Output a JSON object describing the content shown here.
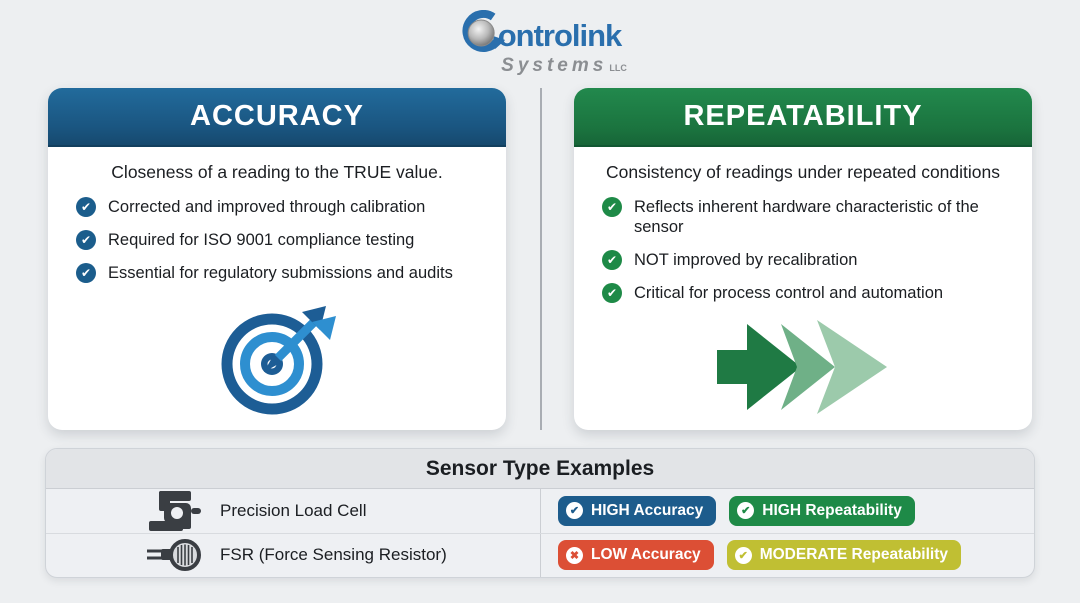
{
  "page": {
    "background": "#edeff1"
  },
  "logo": {
    "brand_rest": "ontrolink",
    "sub_brand": "Systems",
    "suffix": "LLC",
    "brand_color": "#2a6fad",
    "icon": "circular-arrow-sphere-icon"
  },
  "cards": {
    "accuracy": {
      "title": "ACCURACY",
      "subtitle": "Closeness of a reading to the TRUE value.",
      "bullets": [
        "Corrected and improved through calibration",
        "Required for ISO 9001 compliance testing",
        "Essential for regulatory submissions and audits"
      ],
      "header_color": "#1a5580",
      "bullet_color": "#1b5d8c",
      "art_icon": "target-dart-icon"
    },
    "repeatability": {
      "title": "REPEATABILITY",
      "subtitle": "Consistency of readings under repeated conditions",
      "bullets": [
        "Reflects inherent hardware characteristic of the sensor",
        "NOT improved by recalibration",
        "Critical for process control and automation"
      ],
      "header_color": "#1b743f",
      "bullet_color": "#1e8a47",
      "art_icon": "triple-arrow-icon"
    }
  },
  "examples_table": {
    "title": "Sensor Type Examples",
    "rows": [
      {
        "sensor": "Precision Load Cell",
        "icon": "load-cell-icon",
        "badges": [
          {
            "label": "HIGH Accuracy",
            "glyph": "check",
            "color": "#1d5c8c"
          },
          {
            "label": "HIGH Repeatability",
            "glyph": "check",
            "color": "#1e8a47"
          }
        ]
      },
      {
        "sensor": "FSR (Force Sensing Resistor)",
        "icon": "fsr-icon",
        "badges": [
          {
            "label": "LOW Accuracy",
            "glyph": "x",
            "color": "#dc4f35"
          },
          {
            "label": "MODERATE Repeatability",
            "glyph": "check",
            "color": "#c0bf33"
          }
        ]
      }
    ]
  }
}
